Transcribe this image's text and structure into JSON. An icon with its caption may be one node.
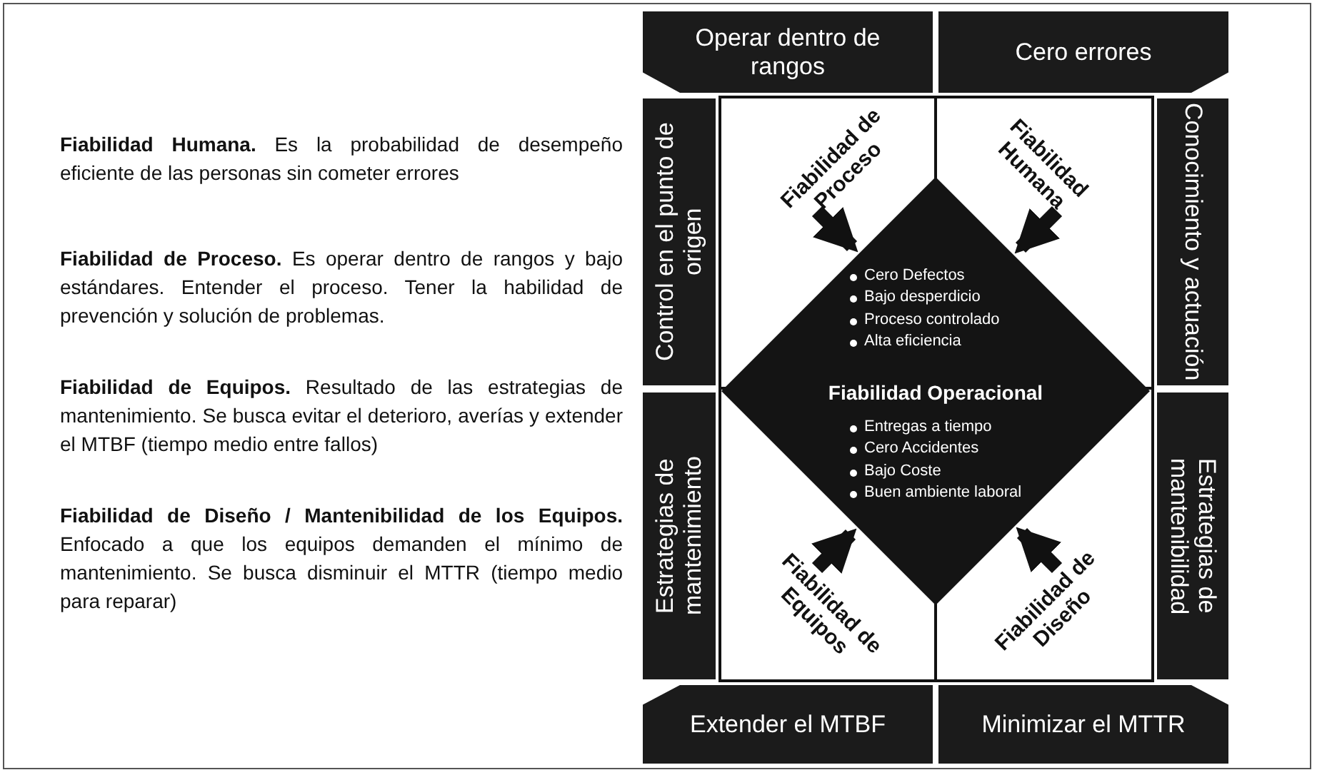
{
  "diagram": {
    "nodes": [
      {
        "text": [
          "Operar dentro de rangos"
        ]
      },
      {
        "text": [
          "Cero errores"
        ]
      },
      {
        "text": [
          "Control en el punto de origen"
        ]
      },
      {
        "text": [
          "Fiabilidad de Proceso"
        ]
      },
      {
        "text": [
          "Fiabilidad Humana"
        ]
      },
      {
        "text": [
          "Conocimiento y actuación"
        ]
      },
      {
        "text": [
          "Cero Defectos",
          "Bajo desperdicio",
          "Proceso controlado",
          "Alta eficiencia",
          "Fiabilidad Operacional",
          "Entregas a tiempo",
          "Cero Accidentes",
          "Bajo Coste",
          "Buen ambiente laboral"
        ]
      },
      {
        "text": [
          "Estrategias de mantenimiento"
        ]
      },
      {
        "text": [
          "Fiabilidad de Equipos"
        ]
      },
      {
        "text": [
          "Fiabilidad de Diseño"
        ]
      },
      {
        "text": [
          "Estrategias de mantenibilidad"
        ]
      },
      {
        "text": [
          "Extender el MTBF"
        ]
      },
      {
        "text": [
          "Minimizar el MTTR"
        ]
      }
    ],
    "edges": [
      {
        "from": 3,
        "to": 6,
        "arrow": "to"
      },
      {
        "from": 4,
        "to": 6,
        "arrow": "to"
      },
      {
        "from": 8,
        "to": 6,
        "arrow": "to"
      },
      {
        "from": 9,
        "to": 6,
        "arrow": "to"
      }
    ],
    "labels": [
      "**Fiabilidad Humana.** Es la probabilidad de desempeño eficiente de las personas sin cometer errores",
      "**Fiabilidad de Proceso.** Es operar dentro de rangos y bajo estándares. Entender el proceso. Tener la habilidad de prevención y solución de problemas.",
      "**Fiabilidad de Equipos.** Resultado de las estrategias de mantenimiento. Se busca evitar el deterioro, averías y extender el MTBF (tiempo medio entre fallos)",
      "**Fiabilidad de Diseño / Mantenibilidad de los Equipos.** Enfocado a que los equipos demanden el mínimo de mantenimiento. Se busca disminuir el MTTR (tiempo medio para reparar)"
    ]
  }
}
